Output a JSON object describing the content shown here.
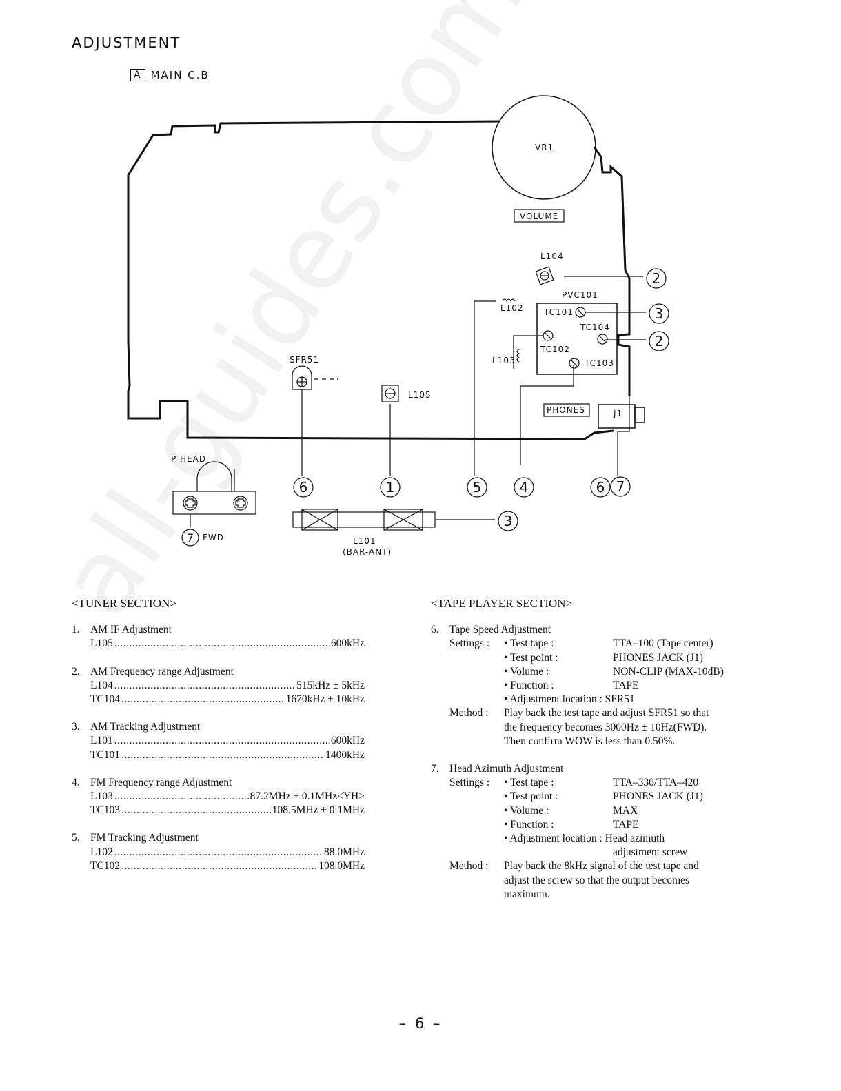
{
  "page": {
    "heading": "ADJUSTMENT",
    "board_tag": "A",
    "board_name": "MAIN  C.B",
    "page_number": "– 6 –",
    "watermark": "all-guides.com"
  },
  "diagram": {
    "labels": {
      "vr1": "VR1",
      "volume": "VOLUME",
      "l104": "L104",
      "pvc101": "PVC101",
      "l102": "L102",
      "tc101": "TC101",
      "tc104": "TC104",
      "tc102": "TC102",
      "l103": "L103",
      "tc103": "TC103",
      "sfr51": "SFR51",
      "l105": "L105",
      "phones": "PHONES",
      "j1": "J1",
      "phead": "P HEAD",
      "fwd": "FWD",
      "l101": "L101",
      "bar_ant": "(BAR-ANT)"
    },
    "callouts": {
      "c1": "1",
      "c2a": "2",
      "c2b": "2",
      "c3a": "3",
      "c3b": "3",
      "c4": "4",
      "c5": "5",
      "c6a": "6",
      "c6b": "6",
      "c7a": "7",
      "c7b": "7"
    }
  },
  "tuner": {
    "title": "<TUNER  SECTION>",
    "items": [
      {
        "num": "1.",
        "title": "AM  IF  Adjustment",
        "rows": [
          {
            "name": "L105",
            "value": "600kHz"
          }
        ]
      },
      {
        "num": "2.",
        "title": "AM  Frequency range  Adjustment",
        "rows": [
          {
            "name": "L104",
            "value": "515kHz ± 5kHz"
          },
          {
            "name": "TC104",
            "value": "1670kHz ± 10kHz"
          }
        ]
      },
      {
        "num": "3.",
        "title": "AM Tracking Adjustment",
        "rows": [
          {
            "name": "L101",
            "value": "600kHz"
          },
          {
            "name": "TC101",
            "value": "1400kHz"
          }
        ]
      },
      {
        "num": "4.",
        "title": "FM Frequency range Adjustment",
        "rows": [
          {
            "name": "L103",
            "value": "87.2MHz ± 0.1MHz<YH>"
          },
          {
            "name": "TC103",
            "value": "108.5MHz ± 0.1MHz"
          }
        ]
      },
      {
        "num": "5.",
        "title": "FM  Tracking Adjustment",
        "rows": [
          {
            "name": "L102",
            "value": "88.0MHz"
          },
          {
            "name": "TC102",
            "value": "108.0MHz"
          }
        ]
      }
    ]
  },
  "tape": {
    "title": "<TAPE   PLAYER   SECTION>",
    "speed": {
      "num": "6.",
      "title": "Tape Speed Adjustment",
      "settings_label": "Settings :",
      "settings": [
        {
          "key": "• Test tape :",
          "value": "TTA–100 (Tape center)"
        },
        {
          "key": "• Test point :",
          "value": "PHONES JACK (J1)"
        },
        {
          "key": "• Volume :",
          "value": "NON-CLIP (MAX-10dB)"
        },
        {
          "key": "• Function :",
          "value": "TAPE"
        }
      ],
      "location": "• Adjustment location : SFR51",
      "method_label": "Method :",
      "method": [
        "Play back the test tape and adjust SFR51 so that",
        "the frequency becomes 3000Hz ± 10Hz(FWD).",
        "Then confirm WOW is less than 0.50%."
      ]
    },
    "azimuth": {
      "num": "7.",
      "title": "Head Azimuth Adjustment",
      "settings_label": "Settings :",
      "settings": [
        {
          "key": "• Test tape :",
          "value": "TTA–330/TTA–420"
        },
        {
          "key": "• Test point :",
          "value": "PHONES JACK (J1)"
        },
        {
          "key": "• Volume :",
          "value": "MAX"
        },
        {
          "key": "• Function :",
          "value": "TAPE"
        }
      ],
      "location": "• Adjustment location : Head azimuth",
      "location_cont": "adjustment screw",
      "method_label": "Method :",
      "method": [
        "Play back the 8kHz signal of the test tape and",
        "adjust the screw so that the output becomes",
        "maximum."
      ]
    }
  }
}
